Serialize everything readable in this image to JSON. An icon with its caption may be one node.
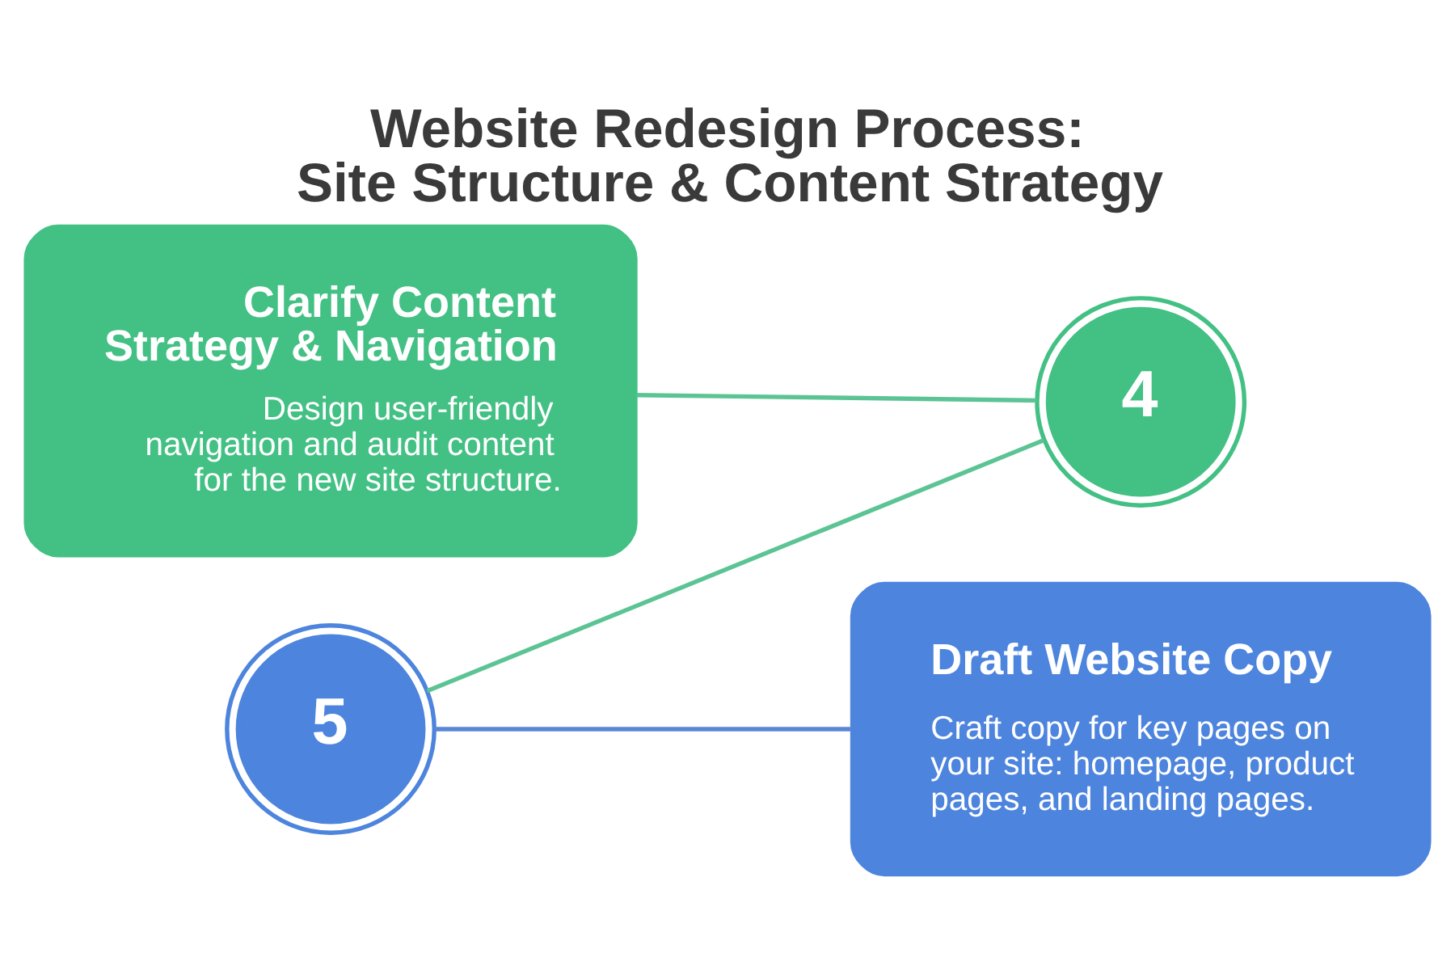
{
  "diagram": {
    "title": "Website Redesign Process: Site Structure & Content Strategy",
    "nodes": [
      {
        "text": [
          "Clarify Content Strategy & Navigation",
          "Design user-friendly navigation and audit content for the new site structure."
        ]
      },
      {
        "text": [
          "4"
        ]
      },
      {
        "text": [
          "5"
        ]
      },
      {
        "text": [
          "Draft Website Copy",
          "Craft copy for key pages on your site: homepage, product pages, and landing pages."
        ]
      }
    ],
    "edges": [
      {
        "from": 0,
        "to": 1,
        "arrow": "none"
      },
      {
        "from": 1,
        "to": 2,
        "arrow": "none"
      },
      {
        "from": 2,
        "to": 3,
        "arrow": "none",
        "color": "#5b86d6"
      }
    ]
  }
}
